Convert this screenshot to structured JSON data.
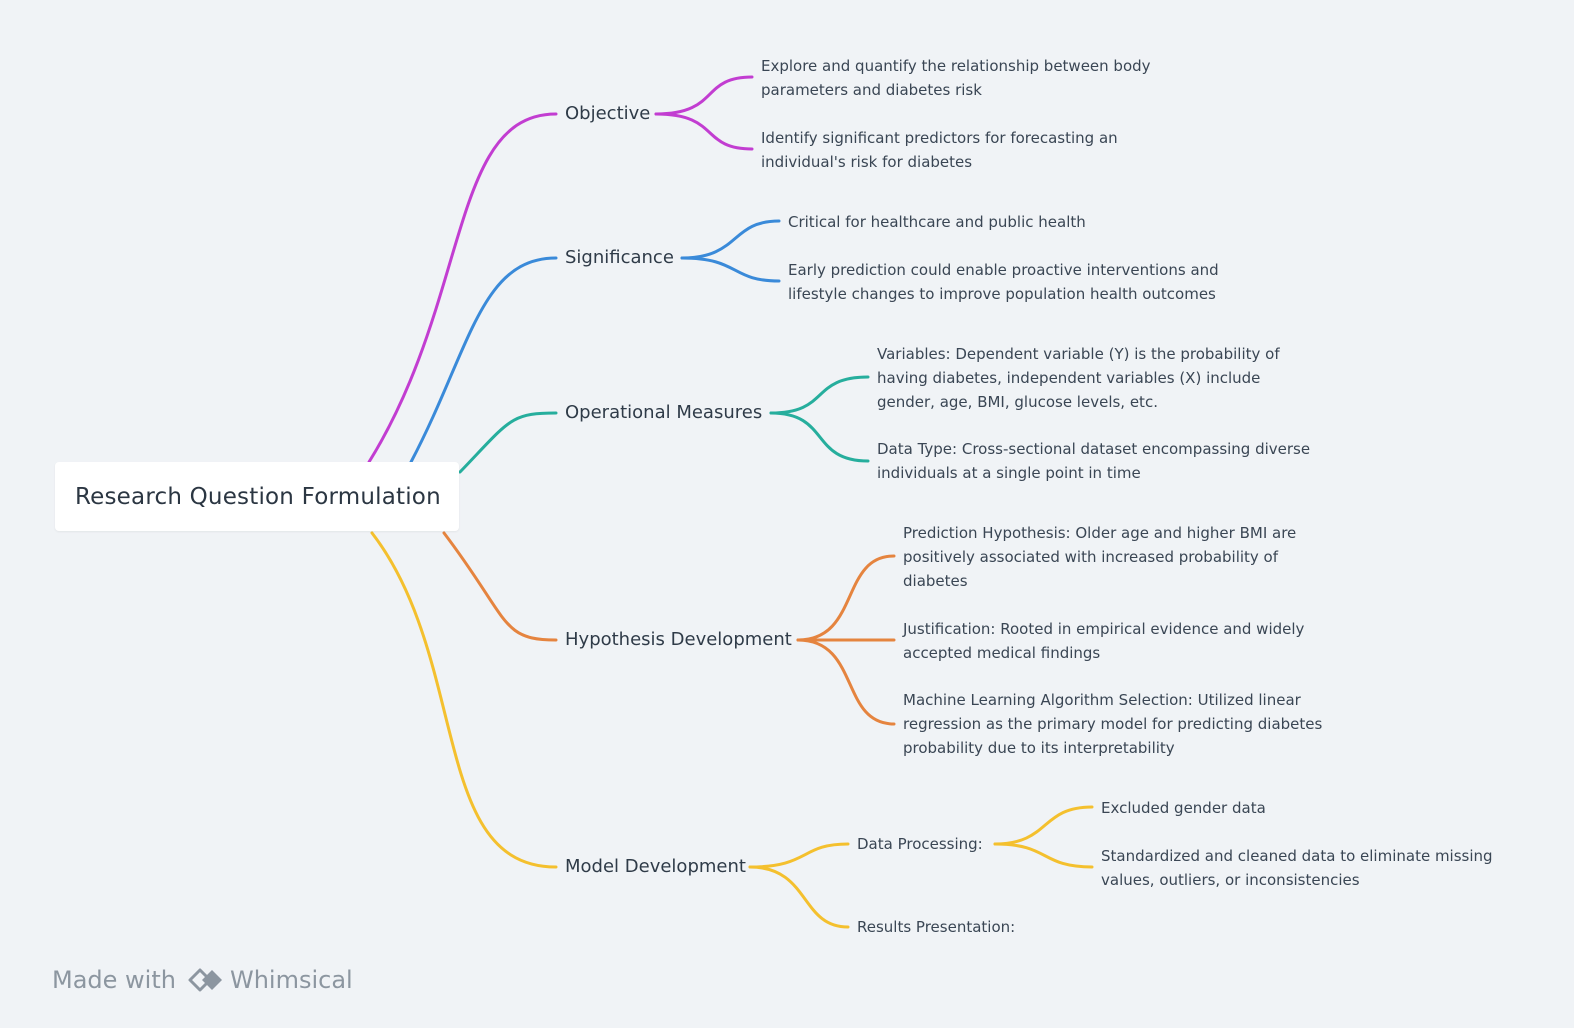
{
  "root": {
    "label": "Research Question Formulation"
  },
  "branches": {
    "objective": {
      "label": "Objective",
      "color": "#c23dd1",
      "items": [
        "Explore and quantify the relationship between body\nparameters and diabetes risk",
        "Identify significant predictors for forecasting an\nindividual's risk for diabetes"
      ]
    },
    "significance": {
      "label": "Significance",
      "color": "#3a8ad9",
      "items": [
        "Critical for healthcare and public health",
        "Early prediction could enable proactive interventions and\nlifestyle changes to improve population health outcomes"
      ]
    },
    "operational": {
      "label": "Operational Measures",
      "color": "#26ae9d",
      "items": [
        "Variables: Dependent variable (Y) is the probability of\nhaving diabetes, independent variables (X) include\ngender, age, BMI, glucose levels, etc.",
        "Data Type: Cross-sectional dataset encompassing diverse\nindividuals at a single point in time"
      ]
    },
    "hypothesis": {
      "label": "Hypothesis Development",
      "color": "#e5843f",
      "items": [
        "Prediction Hypothesis: Older age and higher BMI are\npositively associated with increased probability of\ndiabetes",
        "Justification: Rooted in empirical evidence and widely\naccepted medical findings",
        "Machine Learning Algorithm Selection: Utilized linear\nregression as the primary model for predicting diabetes\nprobability due to its interpretability"
      ]
    },
    "model": {
      "label": "Model Development",
      "color": "#f4c02e",
      "data_processing": {
        "label": "Data Processing:",
        "items": [
          "Excluded gender data",
          "Standardized and cleaned data to eliminate missing\nvalues, outliers, or inconsistencies"
        ]
      },
      "results": {
        "label": "Results Presentation:"
      }
    }
  },
  "footer": {
    "made_with": "Made with",
    "brand": "Whimsical",
    "logo_icon": "whimsical-logo-icon",
    "text_color": "#8c96a0"
  }
}
